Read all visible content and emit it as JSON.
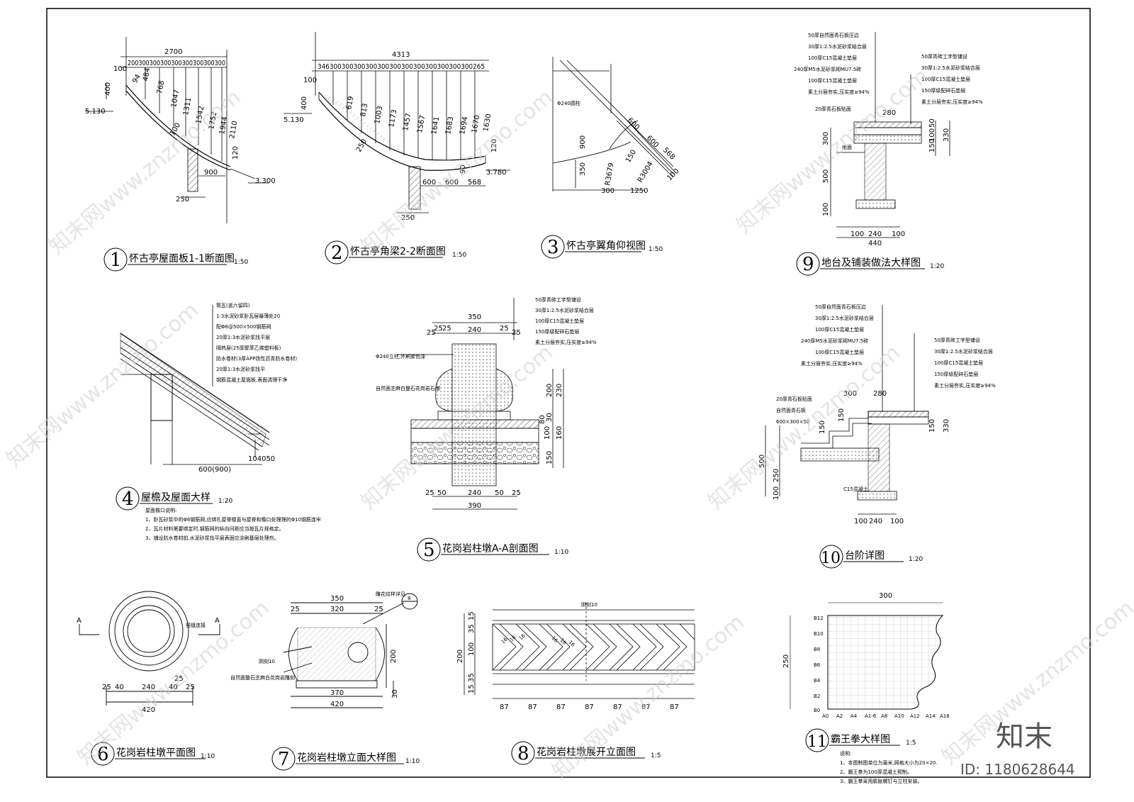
{
  "sheet": {
    "watermarks": [
      "知末网www.znzmo.com"
    ],
    "brand": "知末",
    "id_label": "ID: 1180628644"
  },
  "details": [
    {
      "num": "1",
      "title": "怀古亭屋面板1-1断面图",
      "scale": "1:50"
    },
    {
      "num": "2",
      "title": "怀古亭角梁2-2断面图",
      "scale": "1:50"
    },
    {
      "num": "3",
      "title": "怀古亭翼角仰视图",
      "scale": "1:50"
    },
    {
      "num": "4",
      "title": "屋檐及屋面大样",
      "scale": "1:20"
    },
    {
      "num": "5",
      "title": "花岗岩柱墩A-A剖面图",
      "scale": "1:10"
    },
    {
      "num": "6",
      "title": "花岗岩柱墩平面图",
      "scale": "1:10"
    },
    {
      "num": "7",
      "title": "花岗岩柱墩立面大样图",
      "scale": "1:10"
    },
    {
      "num": "8",
      "title": "花岗岩柱墩展开立面图",
      "scale": "1:5"
    },
    {
      "num": "9",
      "title": "地台及铺装做法大样图",
      "scale": "1:20"
    },
    {
      "num": "10",
      "title": "台阶详图",
      "scale": "1:20"
    },
    {
      "num": "11",
      "title": "霸王拳大样图",
      "scale": "1:5"
    }
  ],
  "d1": {
    "overall": "2700",
    "segments": "200300300300300300300300300",
    "heights": [
      "484",
      "768",
      "1047",
      "1311",
      "1542",
      "1752",
      "1944",
      "2110"
    ],
    "left": [
      "100",
      "400",
      "94",
      "100"
    ],
    "elev_top": "5.130",
    "elev_bot": "3.300",
    "bottom": [
      "900",
      "250",
      "120"
    ]
  },
  "d2": {
    "overall": "4313",
    "segments": "346300300300300300300300300300300300300265",
    "heights": [
      "619",
      "813",
      "1003",
      "1173",
      "1457",
      "1567",
      "1641",
      "1683",
      "1694",
      "1670",
      "1630"
    ],
    "left": [
      "100",
      "400",
      "250"
    ],
    "elev_top": "5.130",
    "elev_bot": "3.780",
    "bottom": [
      "600",
      "600",
      "568",
      "250",
      "120",
      "90"
    ]
  },
  "d3": {
    "labels": [
      "Φ240圆柱",
      "600",
      "600",
      "568",
      "900",
      "150",
      "350",
      "R3679",
      "R3004",
      "100",
      "300",
      "1250"
    ]
  },
  "d4": {
    "layers": [
      "筒瓦(盖六留四)",
      "1:3水泥砂浆卧瓦层最薄处20",
      "配Φ6@500×500钢筋网",
      "20厚1:3水泥砂浆找平层",
      "隔热层(25厚聚苯乙烯塑料板)",
      "防水卷材(3厚APP改性沥青防水卷材)",
      "20厚1:3水泥砂浆找平",
      "钢筋混凝土屋面板,表面清理干净"
    ],
    "dims": [
      "600(900)",
      "104050"
    ],
    "notes_title": "屋面檐口说明:",
    "notes": [
      "1、卧瓦砂浆中的Φ6钢筋网,应绑扎屋脊檩直与屋脊和檐口处理理的Φ10钢筋连牢",
      "2、瓦片材料需要绑定时,钢筋网的纵向间距应当按瓦片规格定。",
      "3、铺设防水卷材前,水泥砂浆找平层表面应涂刷基层处理剂。"
    ]
  },
  "d5": {
    "layers": [
      "50厚青砖工字型铺设",
      "30厚1:2.5水泥砂浆结合层",
      "100厚C15混凝土垫层",
      "150厚级配碎石垫层",
      "素土分层夯实,压实度≥94%"
    ],
    "left_labels": [
      "Φ240立柱,外刷聚色漆",
      "自然面芝麻白整石花岗岩石墩"
    ],
    "top": [
      "350",
      "25",
      "25",
      "25",
      "240",
      "25",
      "25"
    ],
    "right": [
      "200",
      "230",
      "30",
      "160",
      "150"
    ],
    "left_dims": [
      "100",
      "80"
    ],
    "bottom": [
      "25",
      "50",
      "240",
      "50",
      "25",
      "390"
    ]
  },
  "d6": {
    "section": "A",
    "label": "窑缝连接",
    "dims": [
      "25",
      "40",
      "240",
      "40",
      "25",
      "25",
      "420"
    ]
  },
  "d7": {
    "labels": [
      "雕花纹样详见",
      "8",
      "阴刻10",
      "自然面整石芝麻白花岗岩雕刻"
    ],
    "dims": [
      "350",
      "25",
      "320",
      "25",
      "200",
      "370",
      "420",
      "30"
    ]
  },
  "d8": {
    "label": "阴刻10",
    "small": "16",
    "left": [
      "15",
      "35",
      "200",
      "100",
      "35",
      "15"
    ],
    "bottom": [
      "87",
      "87",
      "87",
      "87",
      "87",
      "87",
      "87"
    ]
  },
  "d9": {
    "layers_left": [
      "50厚自然面青石板压边",
      "30厚1:2.5水泥砂浆结合层",
      "100厚C15混凝土垫层",
      "240厚M5水泥砂浆砌MU7.5砖",
      "100厚C15混凝土垫层",
      "素土分层夯实,压实度≥94%"
    ],
    "layers_right": [
      "50厚青砖工字型铺设",
      "30厚1:2.5水泥砂浆结合层",
      "100厚C15混凝土垫层",
      "150厚级配碎石垫层",
      "素土分层夯实,压实度≥94%"
    ],
    "labels": [
      "20厚青石板贴面",
      "地面"
    ],
    "dims": [
      "280",
      "300",
      "500",
      "100",
      "150",
      "50",
      "100",
      "330",
      "100",
      "240",
      "100",
      "440"
    ]
  },
  "d10": {
    "layers_left": [
      "50厚自然面青石板压边",
      "30厚1:2.5水泥砂浆结合层",
      "100厚C15混凝土垫层",
      "240厚M5水泥砂浆砌MU7.5砖",
      "100厚C15混凝土垫层",
      "素土分层夯实,压实度≥94%"
    ],
    "layers_right": [
      "50厚青砖工字型铺设",
      "30厚1:2.5水泥砂浆结合层",
      "100厚C15混凝土垫层",
      "150厚级配碎石垫层",
      "素土分层夯实,压实度≥94%"
    ],
    "labels": [
      "20厚青石板贴面",
      "自然面青石板",
      "600×300×50",
      "C15混凝土"
    ],
    "dims": [
      "300",
      "280",
      "150",
      "150",
      "500",
      "250",
      "100",
      "330",
      "150",
      "100",
      "100",
      "240",
      "100"
    ]
  },
  "d11": {
    "width": "300",
    "height": "250",
    "y_ticks": [
      "B12",
      "B10",
      "B8",
      "B6",
      "B4",
      "B2",
      "B0"
    ],
    "x_ticks": [
      "A0",
      "A2",
      "A4",
      "A1-6",
      "A8",
      "A10",
      "A12",
      "A14",
      "A16"
    ],
    "notes_title": "说明:",
    "notes": [
      "1、本图制图单位为毫米,网格大小为20×20.",
      "2、霸王拳为100厚混凝土预制。",
      "3、霸王拳采用膨胀螺钉与立柱安装。"
    ]
  }
}
